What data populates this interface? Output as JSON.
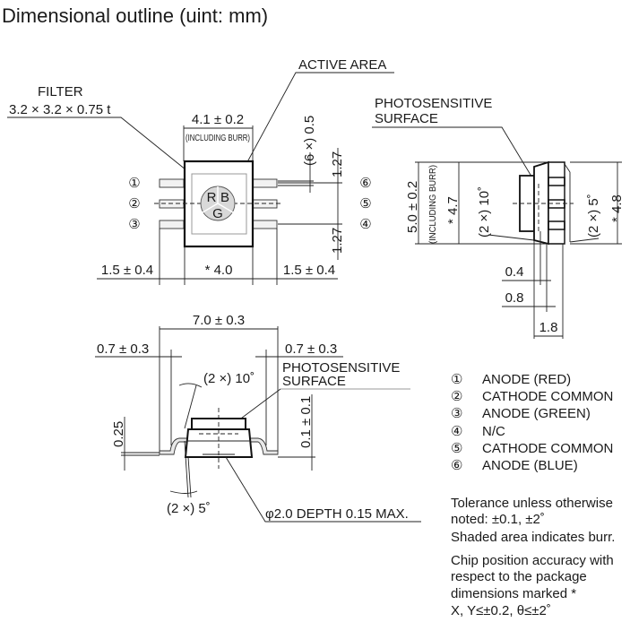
{
  "title": "Dimensional outline (uint: mm)",
  "top_view": {
    "filter_label": "FILTER",
    "filter_size": "3.2 × 3.2 × 0.75 t",
    "active_area_label": "ACTIVE AREA",
    "width_dim": "4.1 ± 0.2",
    "including_burr": "(INCLUDING BURR)",
    "pitch_dim": "(6 ×) 0.5",
    "pitch_upper": "1.27",
    "pitch_lower": "1.27",
    "left_lead": "1.5 ± 0.4",
    "body_width": "* 4.0",
    "right_lead": "1.5 ± 0.4",
    "segments": [
      "R",
      "B",
      "G"
    ],
    "left_pins": [
      "①",
      "②",
      "③"
    ],
    "right_pins": [
      "⑥",
      "⑤",
      "④"
    ]
  },
  "side_view": {
    "photosensitive_1": "PHOTOSENSITIVE",
    "photosensitive_2": "SURFACE",
    "height_dim": "5.0 ± 0.2",
    "including_burr": "(INCLUDING BURR)",
    "inner_height": "* 4.7",
    "angle_left": "(2 ×) 10˚",
    "angle_right": "(2 ×) 5˚",
    "outer_height": "* 4.8",
    "dim_04": "0.4",
    "dim_08": "0.8",
    "dim_18": "1.8"
  },
  "front_view": {
    "total_width": "7.0 ± 0.3",
    "left_lead": "0.7 ± 0.3",
    "right_lead": "0.7 ± 0.3",
    "photosensitive_1": "PHOTOSENSITIVE",
    "photosensitive_2": "SURFACE",
    "angle_top": "(2 ×) 10˚",
    "lead_thickness": "0.25",
    "standoff": "0.1 ± 0.1",
    "angle_bottom": "(2 ×) 5˚",
    "hole": "φ2.0 DEPTH 0.15 MAX."
  },
  "pin_legend": [
    {
      "num": "①",
      "label": "ANODE (RED)"
    },
    {
      "num": "②",
      "label": "CATHODE COMMON"
    },
    {
      "num": "③",
      "label": "ANODE (GREEN)"
    },
    {
      "num": "④",
      "label": "N/C"
    },
    {
      "num": "⑤",
      "label": "CATHODE COMMON"
    },
    {
      "num": "⑥",
      "label": "ANODE (BLUE)"
    }
  ],
  "notes": [
    "Tolerance unless otherwise",
    "noted: ±0.1, ±2˚",
    "Shaded area indicates burr.",
    "Chip position accuracy with",
    "respect to the package",
    "dimensions marked *",
    "X, Y≤±0.2, θ≤±2˚"
  ]
}
